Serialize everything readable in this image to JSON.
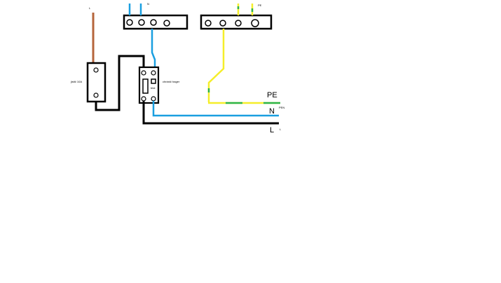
{
  "diagram": {
    "labels": {
      "fuse": "jistič 10A",
      "rcd": "chránič hager",
      "rcd_test": "test",
      "pe_line": "PE",
      "n_line": "N",
      "l_line": "L",
      "top_l_marker": "L",
      "n_bar_marker": "N",
      "pe_bar_marker": "PE",
      "pen_marker": "PEN",
      "l_small_marker": "L"
    },
    "colors": {
      "phase": "#b5653b",
      "neutral": "#1a9fe0",
      "earth_yellow": "#f5ee2a",
      "earth_green": "#2db54a",
      "line": "#000000"
    }
  }
}
